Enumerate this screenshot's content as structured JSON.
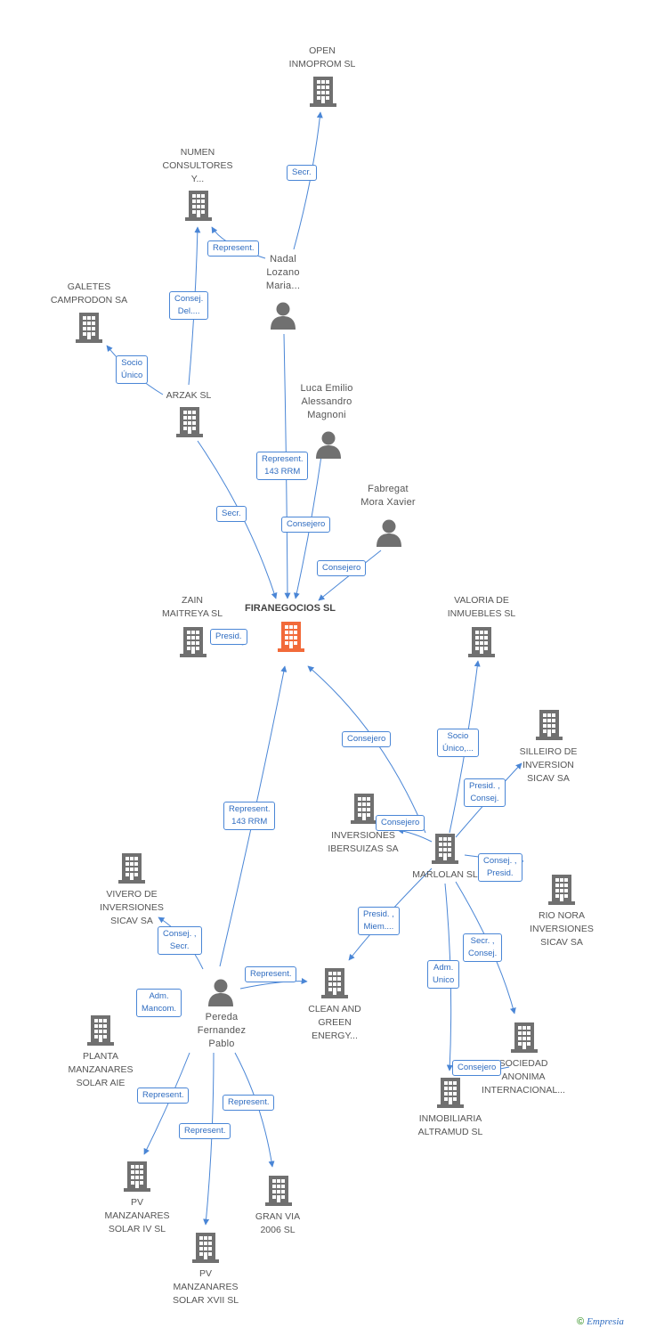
{
  "colors": {
    "edge": "#4a86d6",
    "icon": "#707070",
    "main_icon": "#f26a3a",
    "label": "#555555"
  },
  "nodes": {
    "open_inmoprom": {
      "label": "OPEN\nINMOPROM SL",
      "kind": "company"
    },
    "numen": {
      "label": "NUMEN\nCONSULTORES\nY...",
      "kind": "company"
    },
    "nadal": {
      "label": "Nadal\nLozano\nMaria...",
      "kind": "person"
    },
    "galetes": {
      "label": "GALETES\nCAMPRODON SA",
      "kind": "company"
    },
    "arzak": {
      "label": "ARZAK SL",
      "kind": "company"
    },
    "luca": {
      "label": "Luca Emilio\nAlessandro\nMagnoni",
      "kind": "person"
    },
    "fabregat": {
      "label": "Fabregat\nMora Xavier",
      "kind": "person"
    },
    "zain": {
      "label": "ZAIN\nMAITREYA  SL",
      "kind": "company"
    },
    "firanegocios": {
      "label": "FIRANEGOCIOS SL",
      "kind": "main"
    },
    "valoria": {
      "label": "VALORIA DE\nINMUEBLES SL",
      "kind": "company"
    },
    "silleiro": {
      "label": "SILLEIRO DE\nINVERSION\nSICAV SA",
      "kind": "company"
    },
    "ibersuizas": {
      "label": "INVERSIONES\nIBERSUIZAS SA",
      "kind": "company"
    },
    "marlolan": {
      "label": "MARLOLAN SL",
      "kind": "company"
    },
    "vivero": {
      "label": "VIVERO DE\nINVERSIONES\nSICAV SA",
      "kind": "company"
    },
    "rionora": {
      "label": "RIO NORA\nINVERSIONES\nSICAV SA",
      "kind": "company"
    },
    "clean": {
      "label": "CLEAN AND\nGREEN\nENERGY...",
      "kind": "company"
    },
    "pereda": {
      "label": "Pereda\nFernandez\nPablo",
      "kind": "person"
    },
    "planta": {
      "label": "PLANTA\nMANZANARES\nSOLAR AIE",
      "kind": "company"
    },
    "sociedad": {
      "label": "SOCIEDAD\nANONIMA\nINTERNACIONAL...",
      "kind": "company"
    },
    "altramud": {
      "label": "INMOBILIARIA\nALTRAMUD SL",
      "kind": "company"
    },
    "pv4": {
      "label": "PV\nMANZANARES\nSOLAR IV SL",
      "kind": "company"
    },
    "granvia": {
      "label": "GRAN VIA\n2006 SL",
      "kind": "company"
    },
    "pv17": {
      "label": "PV\nMANZANARES\nSOLAR XVII SL",
      "kind": "company"
    }
  },
  "edges": {
    "e1": "Secr.",
    "e2": "Represent.",
    "e3": "Consej.\nDel....",
    "e4": "Socio\nÚnico",
    "e5": "Represent.\n143 RRM",
    "e6": "Secr.",
    "e7": "Consejero",
    "e8": "Consejero",
    "e9": "Presid.",
    "e10": "Consejero",
    "e11": "Socio\nÚnico,...",
    "e12": "Presid. ,\nConsej.",
    "e13": "Consejero",
    "e14": "Represent.\n143 RRM",
    "e15": "Consej. ,\nPresid.",
    "e16": "Presid. ,\nMiem....",
    "e17": "Consej. ,\nSecr.",
    "e18": "Secr. ,\nConsej.",
    "e19": "Adm.\nUnico",
    "e20": "Represent.",
    "e21": "Adm.\nMancom.",
    "e22": "Consejero",
    "e23": "Represent.",
    "e24": "Represent.",
    "e25": "Represent."
  },
  "footer": {
    "symbol": "©",
    "brand": "Empresia"
  }
}
